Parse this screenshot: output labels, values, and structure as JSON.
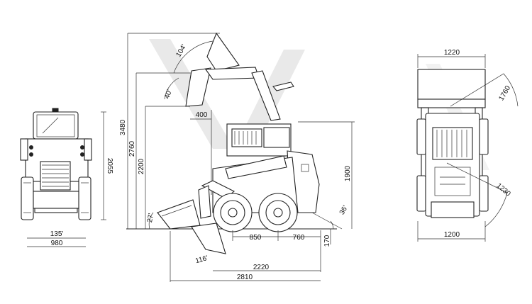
{
  "colors": {
    "line": "#222222",
    "watermark": "#e9e9e9",
    "background": "#ffffff"
  },
  "front_view": {
    "height": "2055",
    "track_width": "135'",
    "overall_width": "980"
  },
  "side_view": {
    "bucket_roll_back_angle": "104'",
    "dump_angle": "40'",
    "max_height": "3480",
    "hinge_pin_height": "2760",
    "dump_height": "2200",
    "dump_reach": "400",
    "cab_height": "1900",
    "ground_angle": "27'",
    "bucket_angle": "116'",
    "departure_angle": "36'",
    "wheelbase": "850",
    "rear_overhang": "760",
    "ground_clearance": "170",
    "length_no_bucket": "2220",
    "overall_length": "2810"
  },
  "top_view": {
    "bucket_width": "1220",
    "swing_radius_front": "1760",
    "swing_radius_rear": "1230",
    "overall_width": "1200"
  }
}
